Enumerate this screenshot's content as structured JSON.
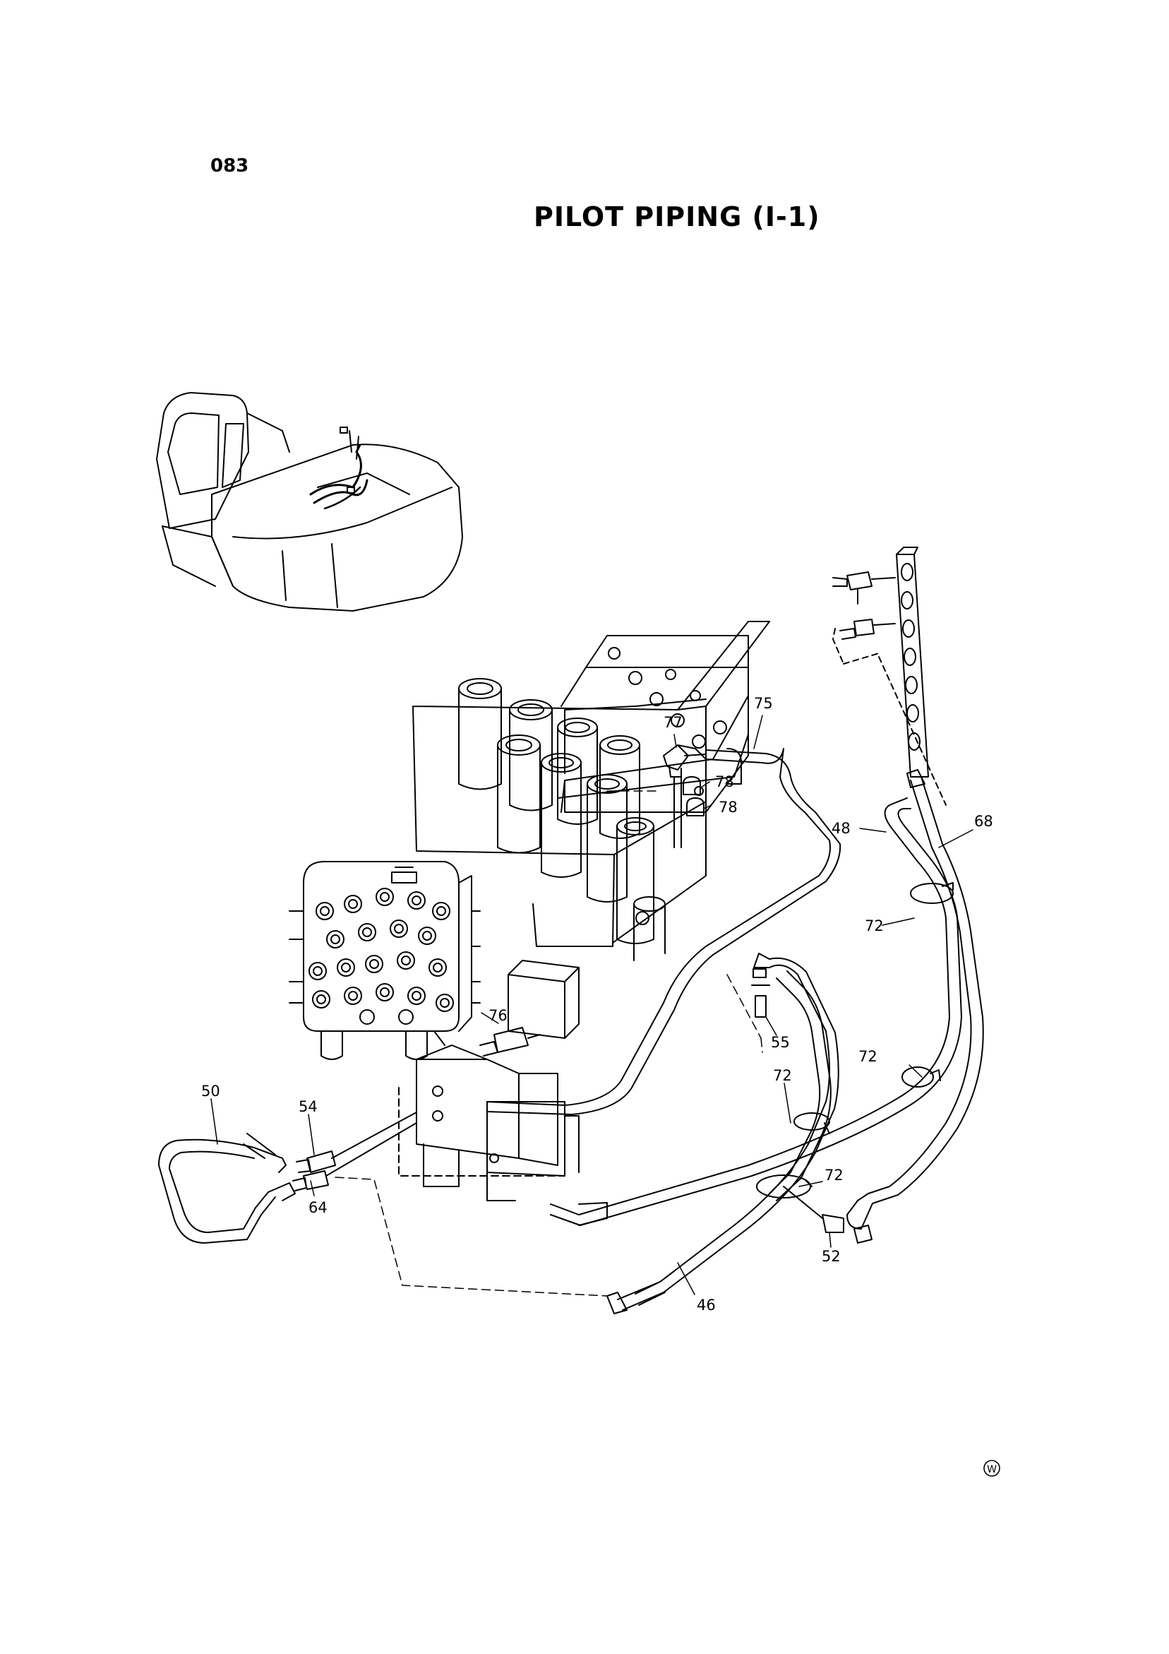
{
  "page": {
    "code": "083",
    "title": "PILOT PIPING (I-1)",
    "mark": "W"
  },
  "callouts": {
    "c50": "50",
    "c54": "54",
    "c64": "64",
    "c76": "76",
    "c46": "46",
    "c52": "52",
    "c72a": "72",
    "c72b": "72",
    "c72c": "72",
    "c72d": "72",
    "c55": "55",
    "c48": "48",
    "c68": "68",
    "c75": "75",
    "c77": "77",
    "c78a": "78",
    "c78b": "78"
  }
}
